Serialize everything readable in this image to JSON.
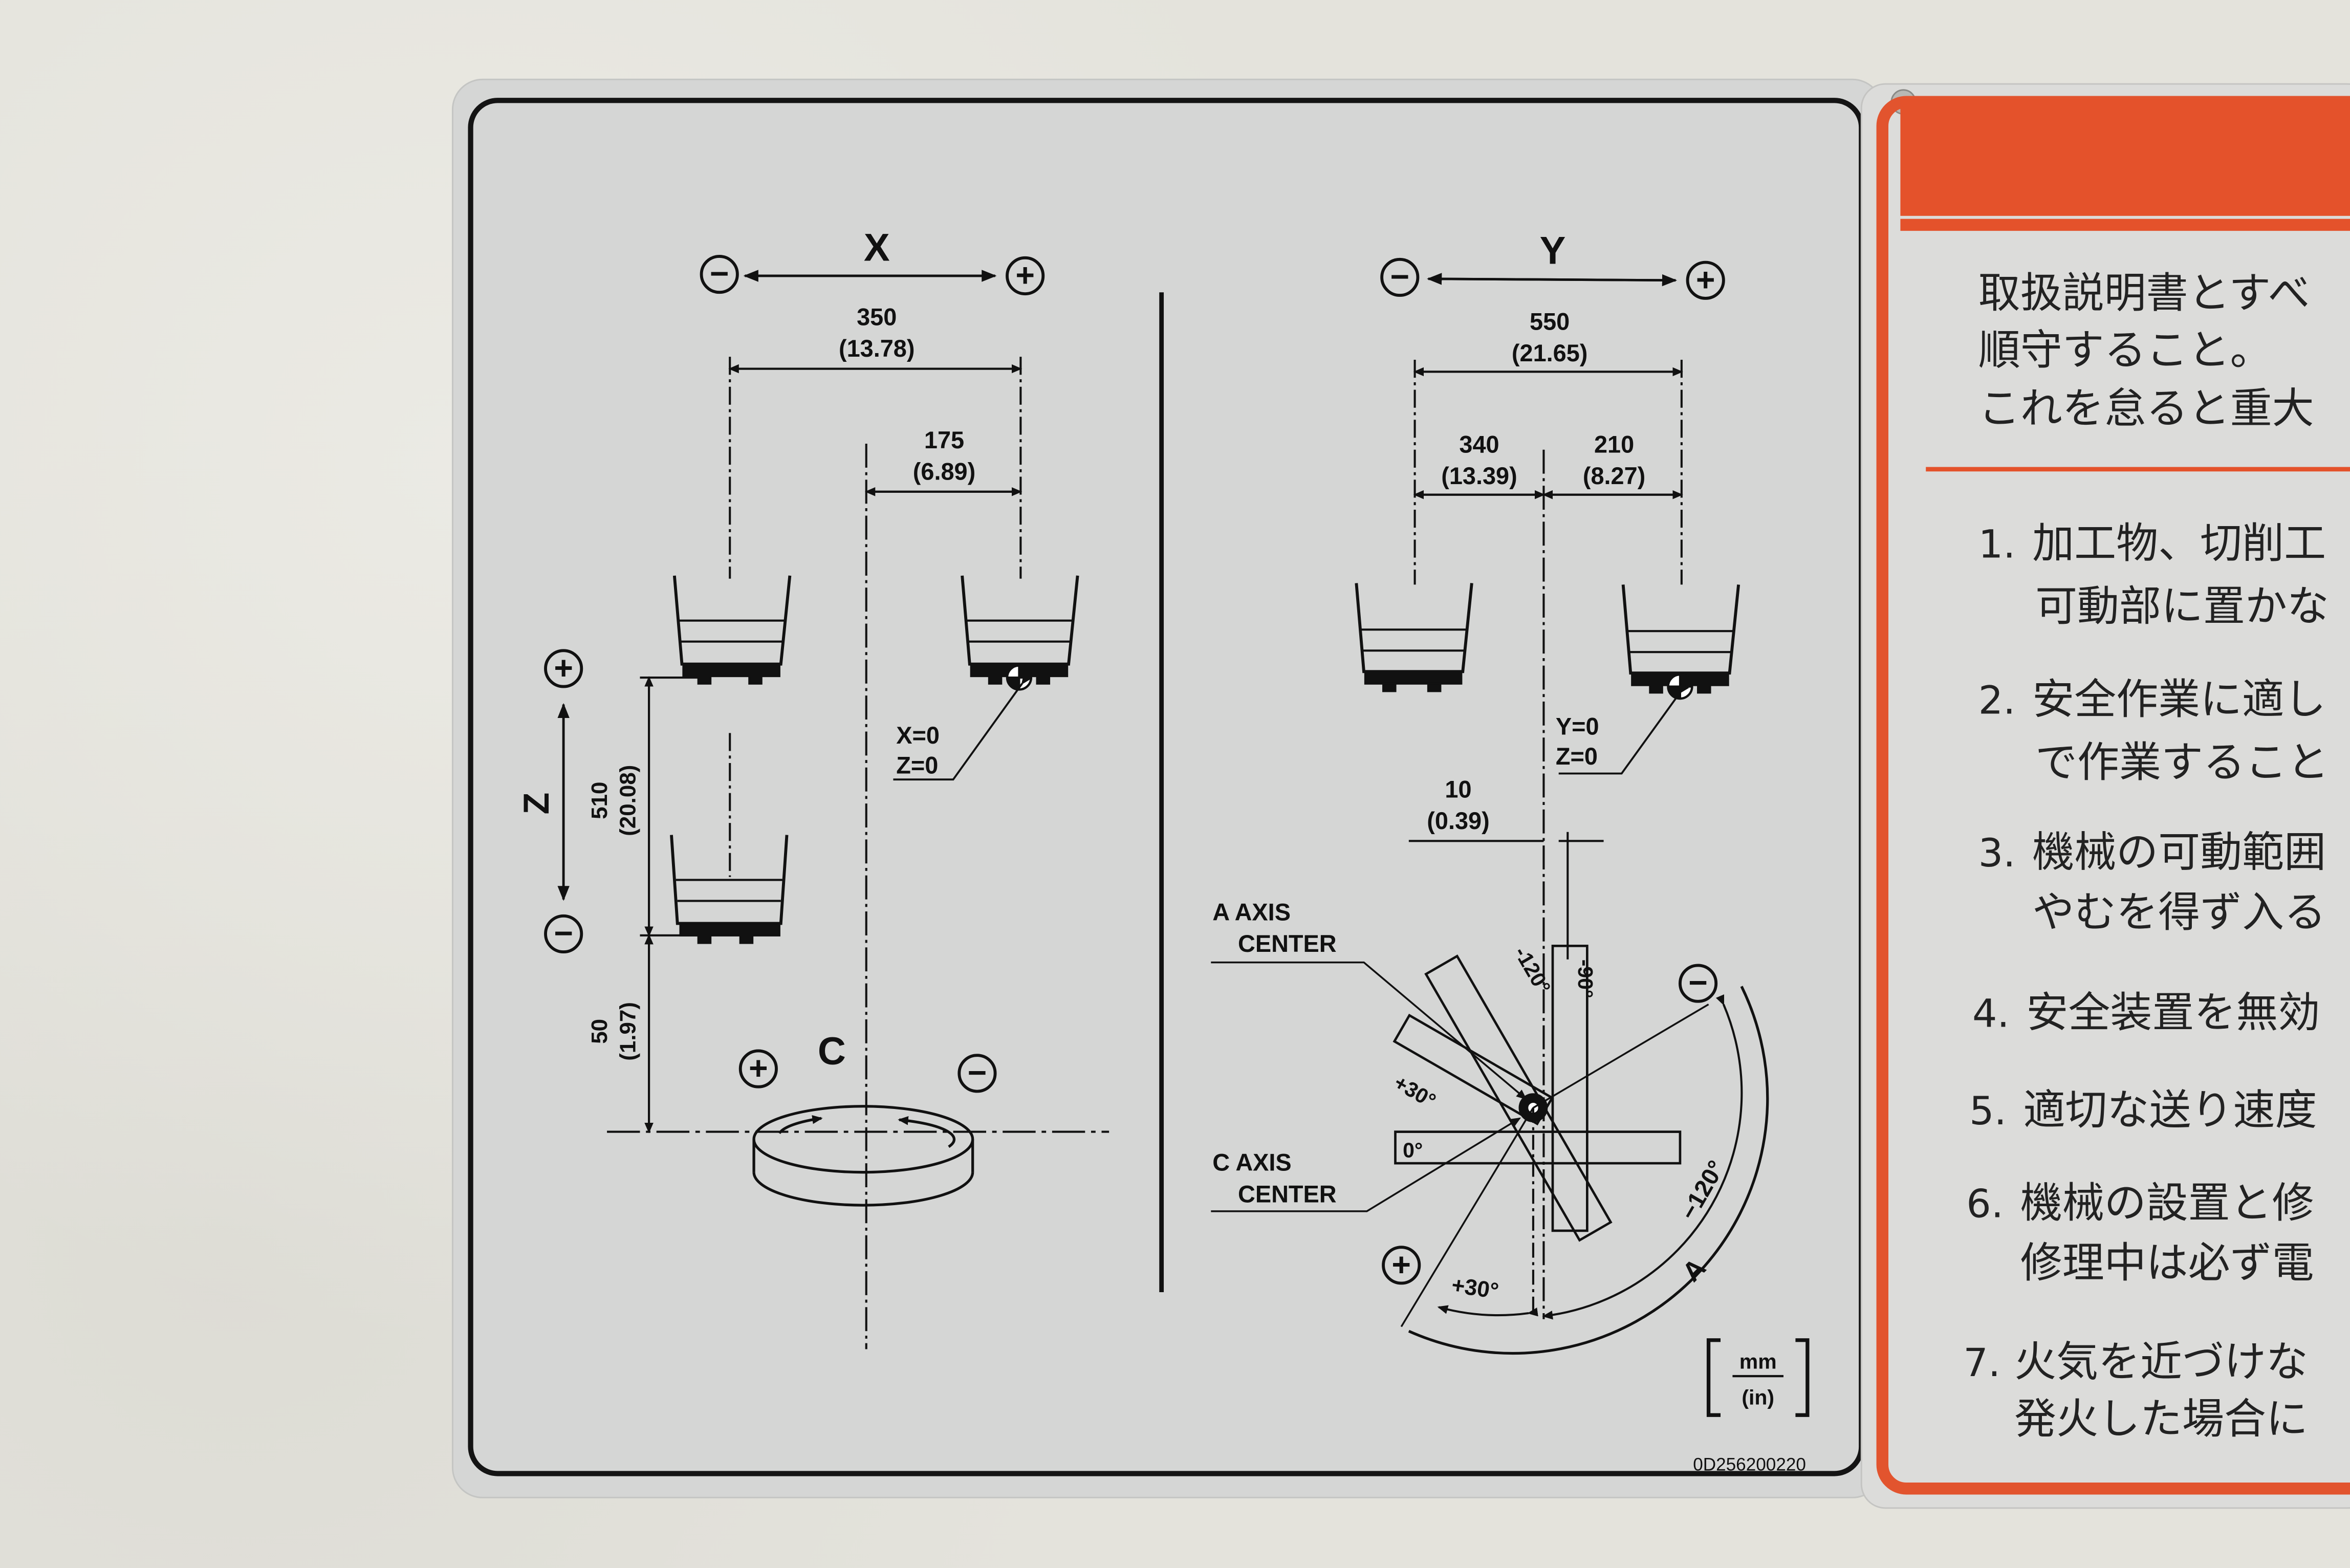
{
  "x_axis": {
    "label": "X",
    "minus": "−",
    "plus": "+",
    "total_mm": "350",
    "total_in": "(13.78)",
    "half_mm": "175",
    "half_in": "(6.89)",
    "zero1": "X=0",
    "zero2": "Z=0"
  },
  "z_axis": {
    "label": "Z",
    "plus": "+",
    "minus": "−",
    "travel_mm": "510",
    "travel_in": "(20.08)",
    "offset_mm": "50",
    "offset_in": "(1.97)"
  },
  "c_axis": {
    "label": "C",
    "plus": "+",
    "minus": "−"
  },
  "y_axis": {
    "label": "Y",
    "minus": "−",
    "plus": "+",
    "total_mm": "550",
    "total_in": "(21.65)",
    "left_mm": "340",
    "left_in": "(13.39)",
    "right_mm": "210",
    "right_in": "(8.27)",
    "zero1": "Y=0",
    "zero2": "Z=0",
    "offset_mm": "10",
    "offset_in": "(0.39)"
  },
  "a_axis": {
    "a_center_line1": "A AXIS",
    "a_center_line2": "CENTER",
    "c_center_line1": "C AXIS",
    "c_center_line2": "CENTER",
    "angle_n120_bar": "-120°",
    "angle_n90_bar": "-90°",
    "angle_p30_bar": "+30°",
    "angle_0_bar": "0°",
    "arc_minus": "−",
    "arc_plus": "+",
    "arc_n120": "−120°",
    "arc_p30": "+30°",
    "arc_label": "A"
  },
  "units": {
    "top": "mm",
    "bottom": "(in)"
  },
  "part_number": "0D256200220",
  "right_panel": {
    "heading_lines": [
      "取扱説明書とすべ",
      "順守すること。",
      "これを怠ると重大"
    ],
    "items": [
      {
        "num": "1.",
        "line1": "加工物、切削工",
        "line2": "可動部に置かな"
      },
      {
        "num": "2.",
        "line1": "安全作業に適し",
        "line2": "で作業すること"
      },
      {
        "num": "3.",
        "line1": "機械の可動範囲",
        "line2": "やむを得ず入る"
      },
      {
        "num": "4.",
        "line1": "安全装置を無効",
        "line2": ""
      },
      {
        "num": "5.",
        "line1": "適切な送り速度",
        "line2": ""
      },
      {
        "num": "6.",
        "line1": "機械の設置と修",
        "line2": "修理中は必ず電"
      },
      {
        "num": "7.",
        "line1": "火気を近づけな",
        "line2": "発火した場合に"
      }
    ]
  }
}
